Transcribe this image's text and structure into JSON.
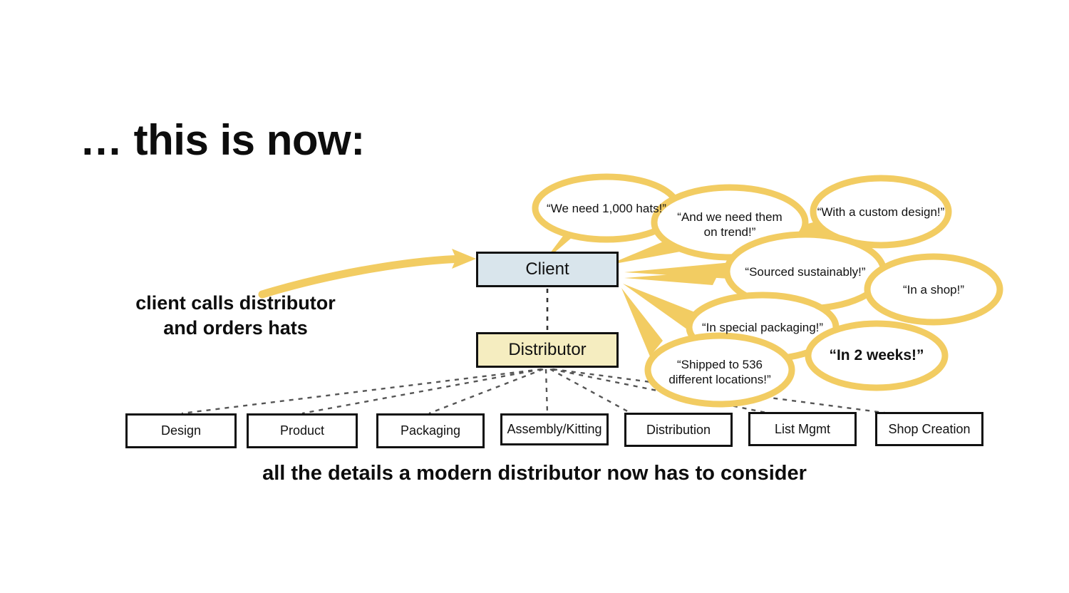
{
  "slide": {
    "title": "… this is now:",
    "background_color": "#ffffff"
  },
  "colors": {
    "bubble_stroke": "#f2cc62",
    "arrow": "#f2cc62",
    "client_fill": "#d9e5ec",
    "distributor_fill": "#f5edc0",
    "box_stroke": "#111111",
    "dashed_connector": "#555555",
    "text": "#111111"
  },
  "nodes": {
    "client": {
      "label": "Client"
    },
    "distributor": {
      "label": "Distributor"
    }
  },
  "annotations": {
    "left": "client calls distributor\nand orders hats",
    "bottom": "all the details a modern distributor now has to consider"
  },
  "bubbles": [
    {
      "text": "“We need 1,000 hats!”",
      "bold": false
    },
    {
      "text": "“And we need them\non trend!”",
      "bold": false
    },
    {
      "text": "“With a custom design!”",
      "bold": false
    },
    {
      "text": "“Sourced sustainably!”",
      "bold": false
    },
    {
      "text": "“In a shop!”",
      "bold": false
    },
    {
      "text": "“In special packaging!”",
      "bold": false
    },
    {
      "text": "“Shipped to 536\ndifferent locations!”",
      "bold": false
    },
    {
      "text": "“In 2 weeks!”",
      "bold": true
    }
  ],
  "capabilities": [
    {
      "label": "Design"
    },
    {
      "label": "Product"
    },
    {
      "label": "Packaging"
    },
    {
      "label": "Assembly/Kitting"
    },
    {
      "label": "Distribution"
    },
    {
      "label": "List Mgmt"
    },
    {
      "label": "Shop Creation"
    }
  ]
}
